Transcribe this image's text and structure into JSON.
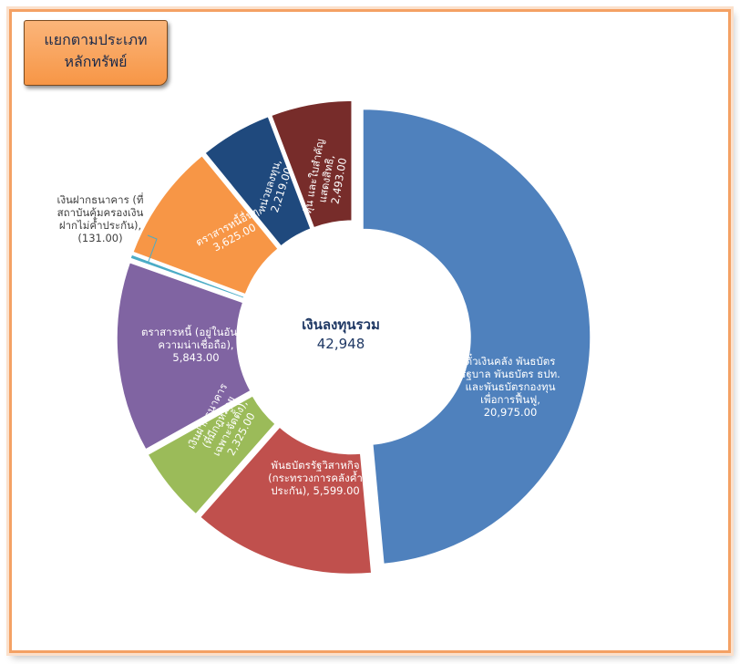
{
  "title": {
    "line1": "แยกตามประเภท",
    "line2": "หลักทรัพย์"
  },
  "chart_data": {
    "type": "pie",
    "donut": true,
    "center_title": "เงินลงทุนรวม",
    "center_value": "42,948",
    "total": 42948,
    "series": [
      {
        "label_lines": [
          "ตั๋วเงินคลัง  พันธบัตร",
          "รัฐบาล  พันธบัตร  ธปท.",
          "และพันธบัตรกองทุน",
          "เพื่อการฟื้นฟู,",
          "20,975.00"
        ],
        "value": 20975.0,
        "color": "#4f81bd",
        "label_color": "light"
      },
      {
        "label_lines": [
          "พันธบัตรรัฐวิสาหกิจ",
          "(กระทรวงการคลังค้ำ",
          "ประกัน), 5,599.00"
        ],
        "value": 5599.0,
        "color": "#c0504d",
        "label_color": "light"
      },
      {
        "label_lines": [
          "เงินฝากธนาคาร",
          "(ที่มีกฎหมาย",
          "เฉพาะจัดตั้ง),",
          "2,325.00"
        ],
        "value": 2325.0,
        "color": "#9bbb59",
        "label_color": "light"
      },
      {
        "label_lines": [
          "ตราสารหนี้  (อยู่ในอันดับ",
          "ความน่าเชื่อถือ),",
          "5,843.00"
        ],
        "value": 5843.0,
        "color": "#8064a2",
        "label_color": "light"
      },
      {
        "label_lines": [
          "เงินฝากธนาคาร  (ที่",
          "สถาบันคุ้มครองเงิน",
          "ฝากไม่ค้ำประกัน),",
          "(131.00)"
        ],
        "value": 131.0,
        "color": "#4bacc6",
        "label_color": "dark"
      },
      {
        "label_lines": [
          "ตราสารหนี้อื่นๆ,",
          "3,625.00"
        ],
        "value": 3625.0,
        "color": "#f79646",
        "label_color": "light"
      },
      {
        "label_lines": [
          "หน่วยลงทุน,",
          "2,219.00"
        ],
        "value": 2219.0,
        "color": "#1f497d",
        "label_color": "light"
      },
      {
        "label_lines": [
          "หุ้น  และใบสำคัญ",
          "แสดงสิทธิ,",
          "2,493.00"
        ],
        "value": 2493.0,
        "color": "#772c2a",
        "label_color": "light"
      }
    ]
  }
}
